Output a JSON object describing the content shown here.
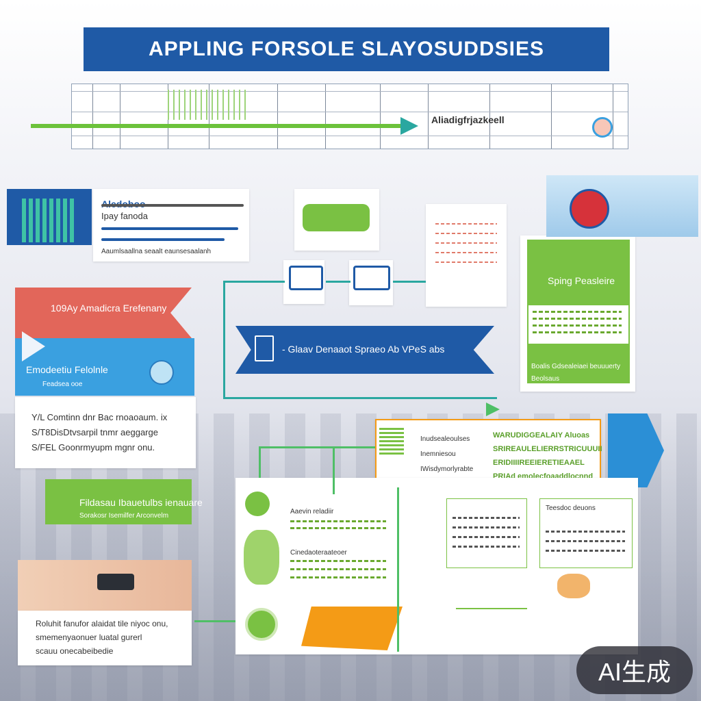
{
  "title": "APPLING FORSOLE SLAYOSUDDSIES",
  "timeline": {
    "label": "Aliadigfrjazkeell"
  },
  "card_left_top": {
    "heading": "Aledoboo",
    "sub": "Ipay fanoda",
    "foot": "Aaumlsaallna seaalt eaunsesaalanh"
  },
  "ribbon_red": {
    "text": "109Ay Amadicra Erefenany"
  },
  "ribbon_blue": {
    "text": "Emodeetiu Felolnle",
    "sub": "Feadsea ooe"
  },
  "list_left": {
    "items": [
      "Y/L Comtinn dnr Bac rnoaoaum. ix",
      "S/T8DisDtvsarpil tnmr aeggarge",
      "S/FEL Goonrmyupm mgnr onu."
    ]
  },
  "green_box_left": {
    "line1": "Fildasau Ibauetulbs ienauare",
    "line2": "Sorakosr Isemilfer Arconvelm"
  },
  "bottom_left_card": {
    "line1": "Roluhit fanufor alaidat tile niyoc onu,",
    "line2": "smemenyaonuer luatal gurerl",
    "line3": "scauu onecabeibedie"
  },
  "blue_ribbon_center": {
    "text": "- Glaav Denaaot Spraeo Ab VPeS abs"
  },
  "green_card_right": {
    "heading": "Sping Peasleire",
    "foot": "Boalis Gdsealeiaei beuuuerty",
    "foot2": "Beolsaus"
  },
  "center_right_panel": {
    "items": [
      "Inudsealeoulses",
      "Inemniesou",
      "IWisdymorlyrabte"
    ],
    "bold_lines": [
      "WARUDIGGEALAIY Aluoas",
      "SRIREAULELIERRSTRICUUUII",
      "ERIDIIIIREEIERETIEAAEL",
      "PRIAd emolecfoaaddlocnnd"
    ]
  },
  "bottom_center": {
    "heading": "Aaevin reladiir",
    "heading2": "Cinedaoteraateoer"
  },
  "bottom_right": {
    "heading": "Teesdoc deuons"
  },
  "watermark": "AI生成",
  "colors": {
    "blue": "#1f5aa6",
    "green": "#7ac143",
    "red": "#e2665a",
    "sky": "#3aa0e0",
    "orange": "#f49b16"
  }
}
